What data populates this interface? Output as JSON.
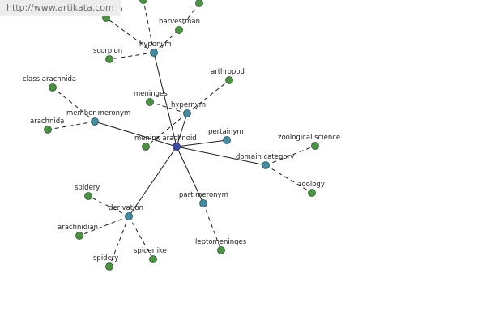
{
  "banner": {
    "url": "http://www.artikata.com"
  },
  "graph": {
    "center": {
      "id": "center",
      "label": "meninx arachnoid",
      "color": "#3d4aa0"
    },
    "relations": [
      {
        "id": "hyponym",
        "label": "hyponym",
        "leaves": [
          {
            "id": "hyponym-partial",
            "label": "pion"
          },
          {
            "id": "hyponym-harvestman",
            "label": "harvestman"
          },
          {
            "id": "hyponym-scorpion",
            "label": "scorpion"
          }
        ]
      },
      {
        "id": "hypernym",
        "label": "hypernym",
        "leaves": [
          {
            "id": "hypernym-meninges",
            "label": "meninges"
          },
          {
            "id": "hypernym-arthropod",
            "label": "arthropod"
          },
          {
            "id": "hypernym-meninx",
            "label": ""
          }
        ]
      },
      {
        "id": "member-meronym",
        "label": "member meronym",
        "leaves": [
          {
            "id": "member-class-arachnida",
            "label": "class arachnida"
          },
          {
            "id": "member-arachnida",
            "label": "arachnida"
          }
        ]
      },
      {
        "id": "pertainym",
        "label": "pertainym",
        "leaves": []
      },
      {
        "id": "domain-category",
        "label": "domain category",
        "leaves": [
          {
            "id": "domain-zoological-science",
            "label": "zoological science"
          },
          {
            "id": "domain-zoology",
            "label": "zoology"
          }
        ]
      },
      {
        "id": "part-meronym",
        "label": "part meronym",
        "leaves": [
          {
            "id": "part-leptomeninges",
            "label": "leptomeninges"
          }
        ]
      },
      {
        "id": "derivation",
        "label": "derivation",
        "leaves": [
          {
            "id": "derivation-spidery",
            "label": "spidery"
          },
          {
            "id": "derivation-arachnidian",
            "label": "arachnidian"
          },
          {
            "id": "derivation-spidery-2",
            "label": "spidery"
          },
          {
            "id": "derivation-spiderlike",
            "label": "spiderlike"
          }
        ]
      }
    ],
    "colors": {
      "leaf": "#4e9147",
      "relation": "#4a8a9e",
      "center": "#3d4aa0",
      "edge": "#1a1a1a"
    }
  }
}
